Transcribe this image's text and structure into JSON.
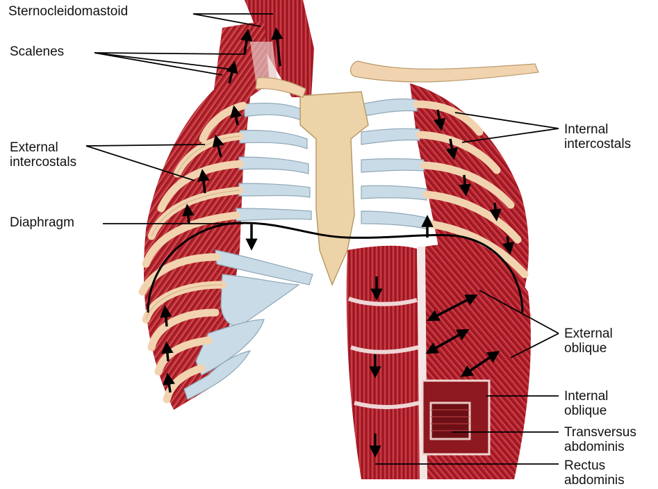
{
  "labels": {
    "sternocleidomastoid": "Sternocleidomastoid",
    "scalenes": "Scalenes",
    "external_intercostals": [
      "External",
      "intercostals"
    ],
    "diaphragm": "Diaphragm",
    "internal_intercostals": [
      "Internal",
      "intercostals"
    ],
    "external_oblique": [
      "External",
      "oblique"
    ],
    "internal_oblique": [
      "Internal",
      "oblique"
    ],
    "transversus_abdominis": [
      "Transversus",
      "abdominis"
    ],
    "rectus_abdominis": [
      "Rectus",
      "abdominis"
    ]
  },
  "colors": {
    "muscle": "#b3202c",
    "muscle_dark": "#7a1018",
    "muscle_light": "#d8595e",
    "rib": "#f2d3b0",
    "cartilage": "#c9dbe6",
    "sternum": "#ecd4a8",
    "text": "#111111"
  }
}
